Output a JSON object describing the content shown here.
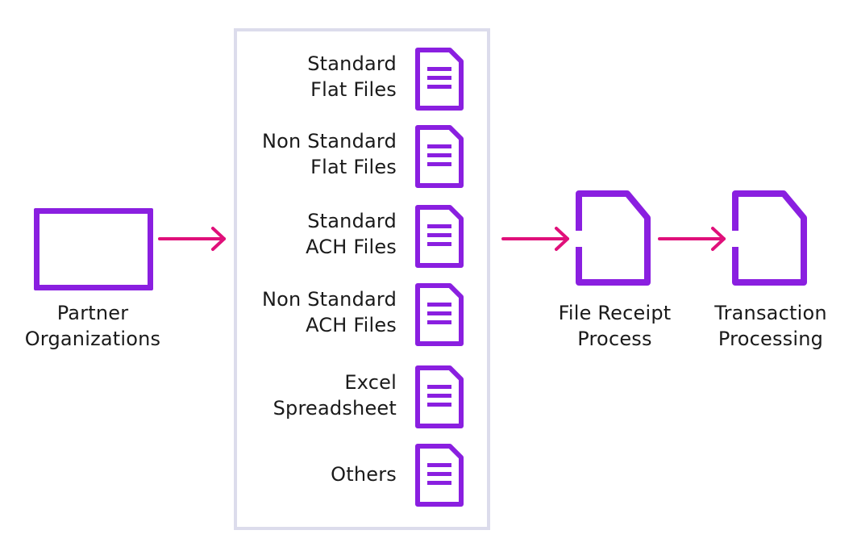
{
  "colors": {
    "accent": "#8a1fe0",
    "arrow": "#e0107a",
    "panel_border": "#dcdcec"
  },
  "nodes": {
    "partner": {
      "line1": "Partner",
      "line2": "Organizations"
    },
    "receipt": {
      "line1": "File Receipt",
      "line2": "Process"
    },
    "transaction": {
      "line1": "Transaction",
      "line2": "Processing"
    }
  },
  "formats": [
    {
      "line1": "Standard",
      "line2": "Flat Files",
      "icon": "document-icon"
    },
    {
      "line1": "Non Standard",
      "line2": "Flat Files",
      "icon": "document-icon"
    },
    {
      "line1": "Standard",
      "line2": "ACH Files",
      "icon": "document-icon"
    },
    {
      "line1": "Non Standard",
      "line2": "ACH Files",
      "icon": "document-icon"
    },
    {
      "line1": "Excel",
      "line2": "Spreadsheet",
      "icon": "document-icon"
    },
    {
      "line1": "Others",
      "line2": "",
      "icon": "document-icon"
    }
  ]
}
